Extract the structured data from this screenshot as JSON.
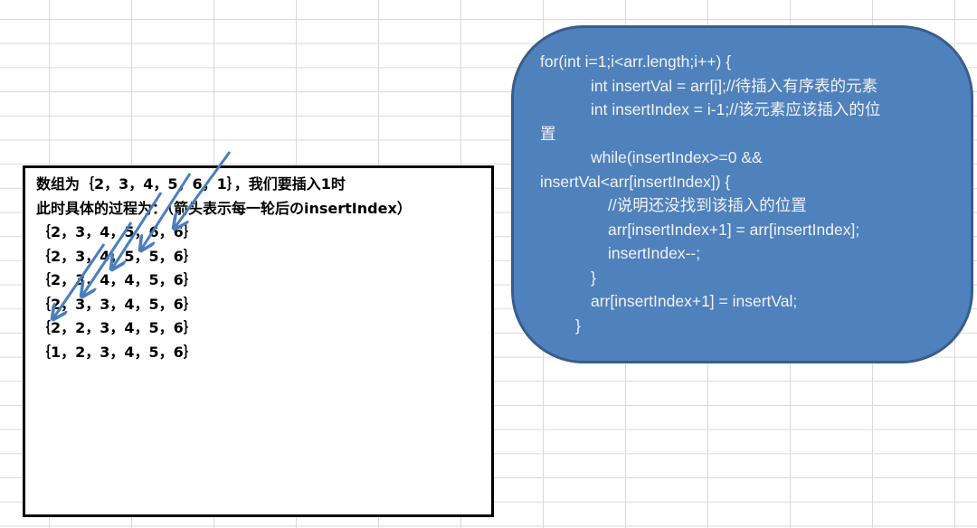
{
  "note": {
    "lines": [
      "数组为｛2，3，4，5，6，1｝，我们要插入1时",
      "此时具体的过程为：（箭头表示每一轮后のinsertIndex）",
      "｛2，3，4，5，6，6｝",
      "｛2，3，4，5，5，6｝",
      "｛2，3，4，4，5，6｝",
      "｛2，3，3，4，5，6｝",
      "｛2，2，3，4，5，6｝",
      "｛1，2，3，4，5，6｝"
    ]
  },
  "code": {
    "lines": [
      "for(int i=1;i<arr.length;i++) {",
      "int insertVal = arr[i];//待插入有序表的元素",
      "int insertIndex = i-1;//该元素应该插入的位",
      "置",
      "while(insertIndex>=0 &&",
      "insertVal<arr[insertIndex]) {",
      "//说明还没找到该插入的位置",
      "arr[insertIndex+1] = arr[insertIndex];",
      "insertIndex--;",
      "}",
      "arr[insertIndex+1] = insertVal;",
      "}"
    ]
  },
  "colors": {
    "shape_fill": "#4f81bd",
    "shape_border": "#385d8a",
    "arrow": "#4a7ebb"
  }
}
